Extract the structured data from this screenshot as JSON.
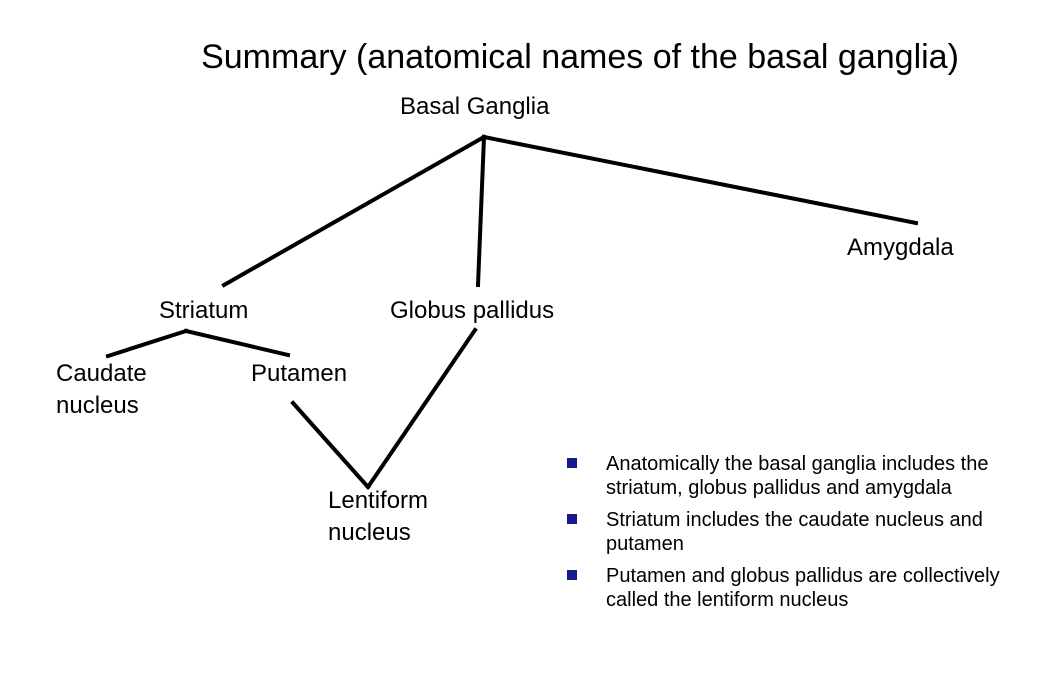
{
  "title": "Summary (anatomical names of the basal ganglia)",
  "tree": {
    "root": "Basal Ganglia",
    "amygdala": "Amygdala",
    "striatum": "Striatum",
    "globus_pallidus": "Globus pallidus",
    "caudate": [
      "Caudate",
      "nucleus"
    ],
    "putamen": "Putamen",
    "lentiform": [
      "Lentiform",
      "nucleus"
    ]
  },
  "bullets": [
    "Anatomically the basal ganglia includes the striatum, globus pallidus and amygdala",
    "Striatum includes the caudate nucleus and putamen",
    "Putamen and globus pallidus are collectively called the lentiform nucleus"
  ],
  "colors": {
    "text": "#000000",
    "connector": "#000000",
    "bullet_marker": "#1a1a8c"
  },
  "icons": {
    "bullet": "square-bullet-icon"
  }
}
